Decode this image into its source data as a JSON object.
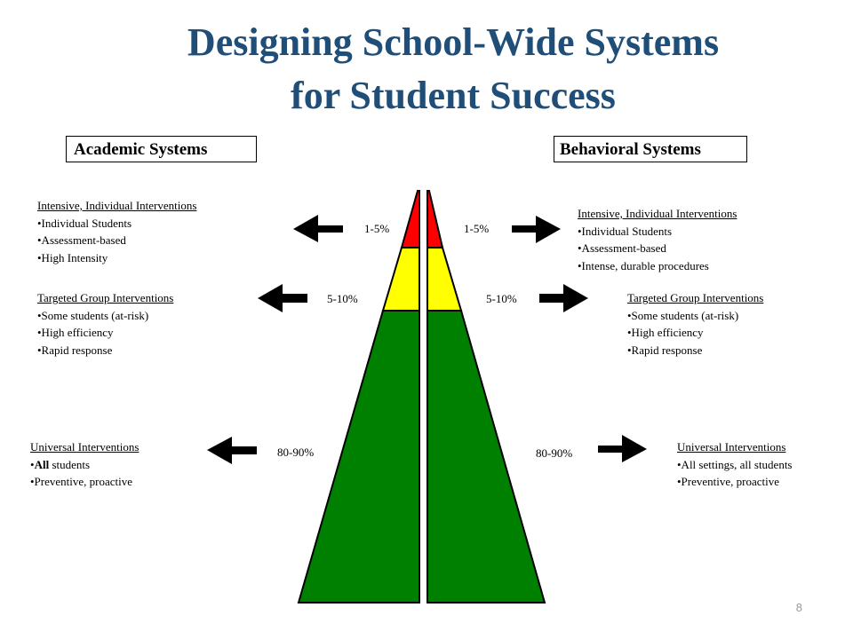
{
  "slide": {
    "title_line1": "Designing School-Wide Systems",
    "title_line2": "for Student Success",
    "page_number": "8"
  },
  "academic": {
    "header": "Academic Systems",
    "tiers": [
      {
        "heading": "Intensive, Individual Interventions",
        "bullets": [
          "•Individual Students",
          "•Assessment-based",
          "•High Intensity"
        ],
        "percent": "1-5%"
      },
      {
        "heading": "Targeted Group Interventions",
        "bullets": [
          "•Some students (at-risk)",
          "•High efficiency",
          "•Rapid response"
        ],
        "percent": "5-10%"
      },
      {
        "heading": "Universal Interventions",
        "bullets": [
          "•",
          "All",
          " students",
          "•Preventive,  proactive"
        ],
        "percent": "80-90%"
      }
    ]
  },
  "behavioral": {
    "header": "Behavioral Systems",
    "tiers": [
      {
        "heading": "Intensive, Individual Interventions",
        "bullets": [
          "•Individual Students",
          "•Assessment-based",
          "•Intense, durable procedures"
        ],
        "percent": "1-5%"
      },
      {
        "heading": "Targeted Group Interventions",
        "bullets": [
          "•Some students (at-risk)",
          "•High efficiency",
          "•Rapid response"
        ],
        "percent": "5-10%"
      },
      {
        "heading": "Universal Interventions",
        "bullets": [
          "•All settings, all  students",
          "•Preventive,  proactive"
        ],
        "percent": "80-90%"
      }
    ]
  },
  "colors": {
    "title": "#1f4e79",
    "tier_intensive": "#ff0000",
    "tier_targeted": "#ffff00",
    "tier_universal": "#008000",
    "arrow": "#000000"
  }
}
